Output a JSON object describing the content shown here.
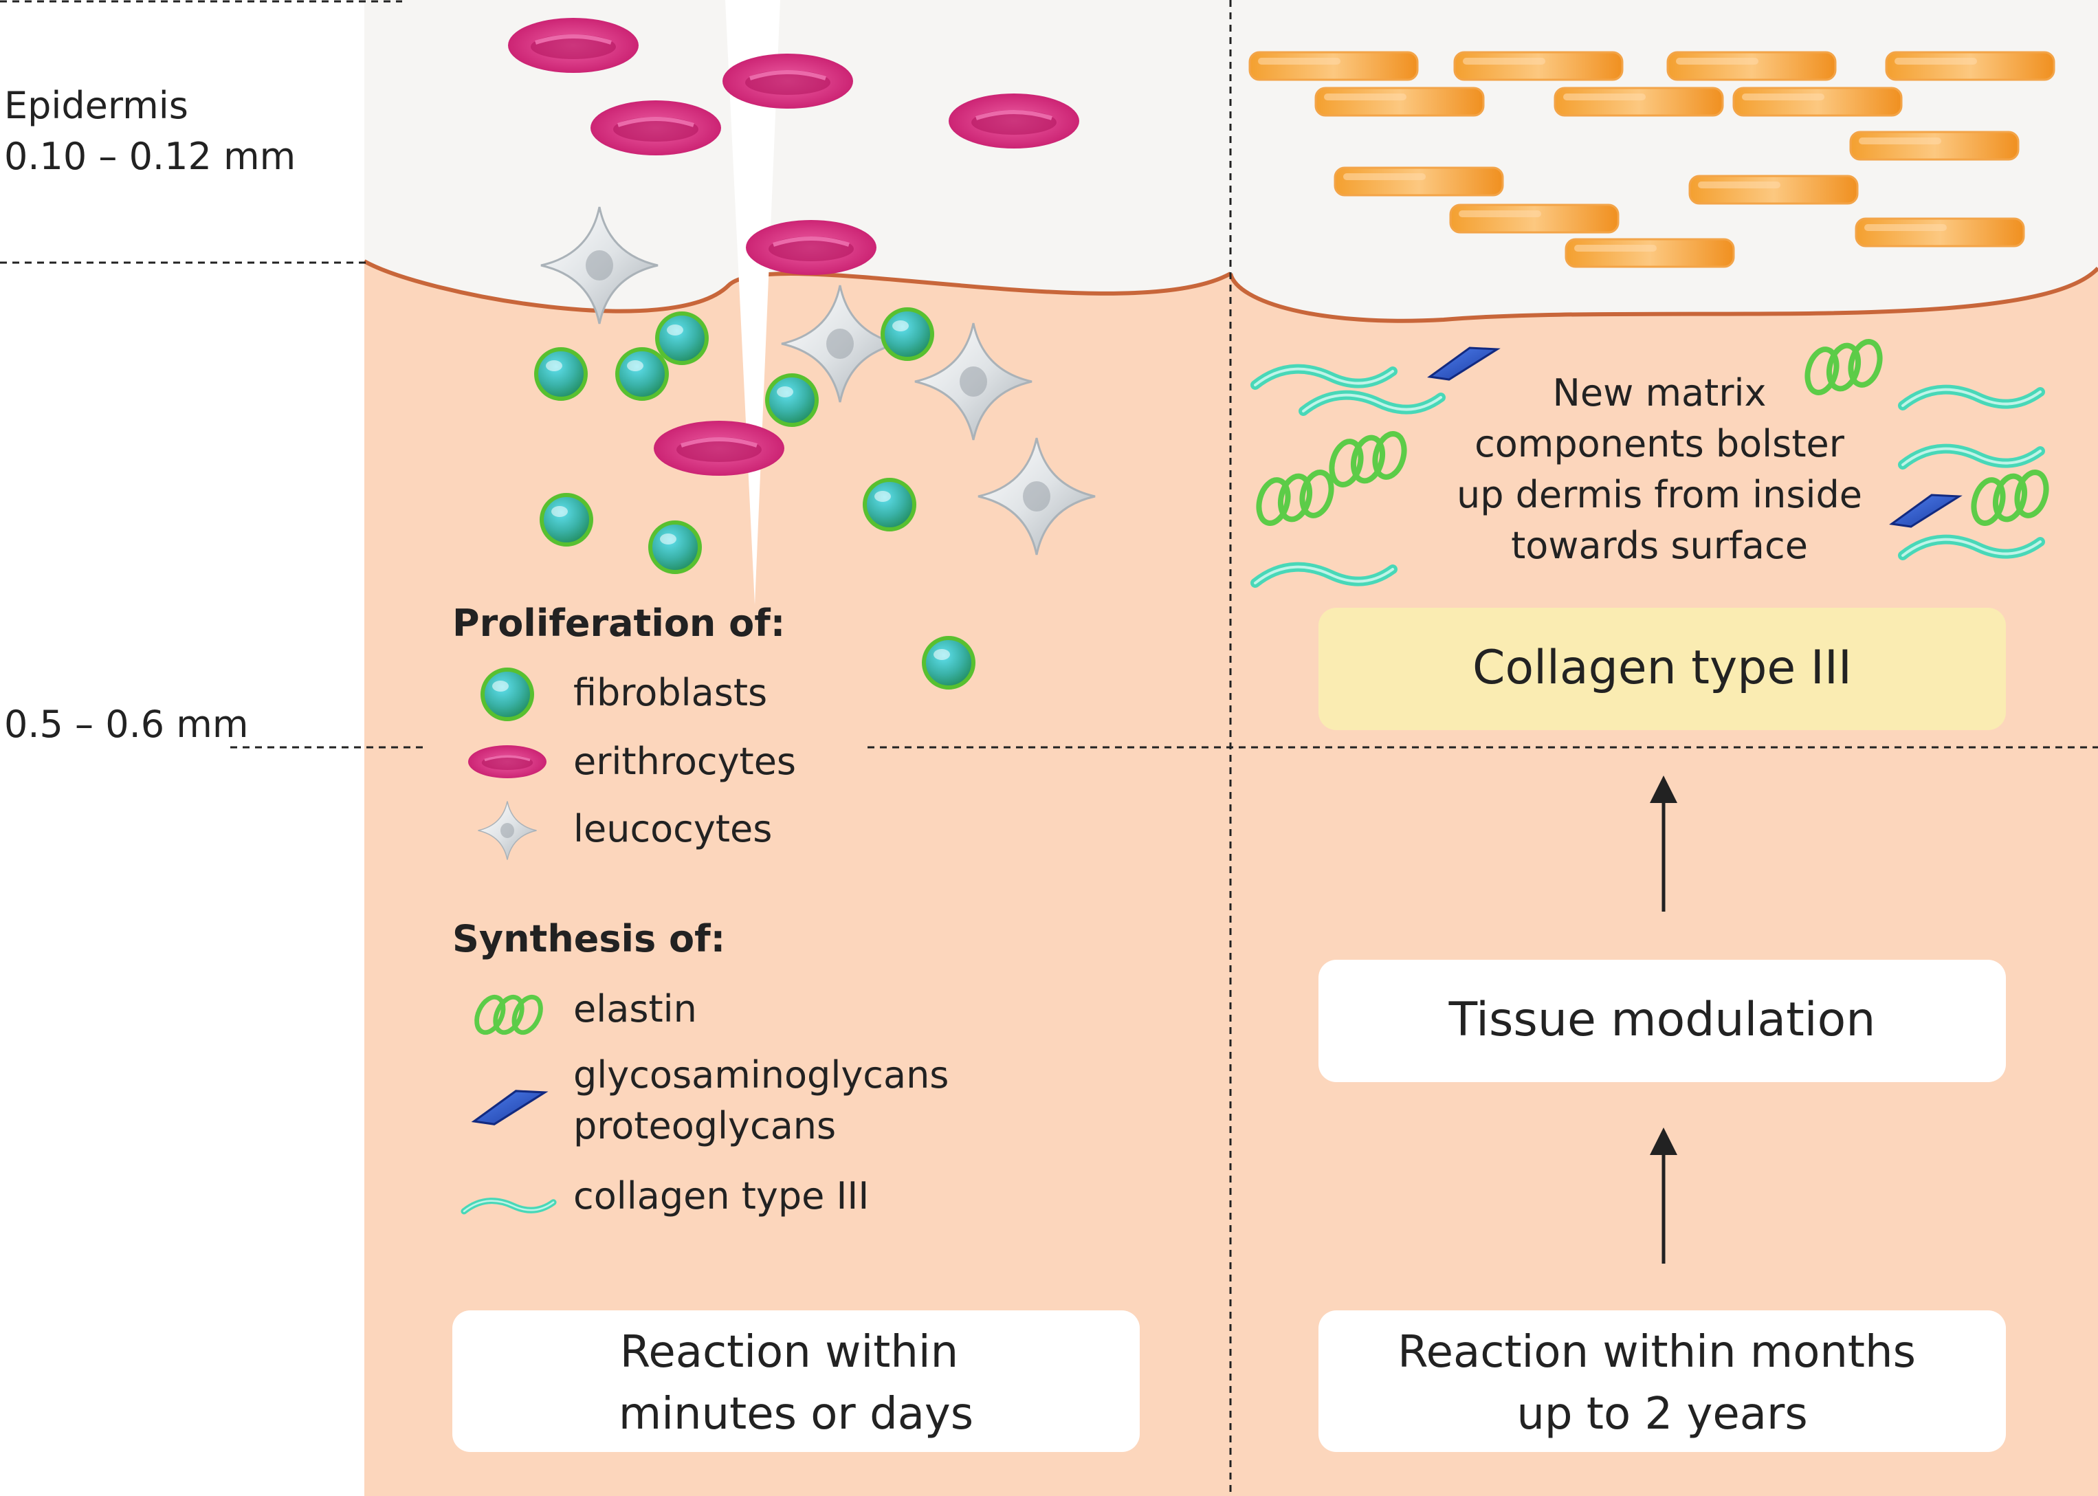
{
  "labels": {
    "epidermis_title": "Epidermis",
    "epidermis_depth": "0.10 – 0.12 mm",
    "dermis_depth": "0.5 – 0.6 mm"
  },
  "legend": {
    "proliferation_title": "Proliferation of:",
    "proliferation_items": [
      "fibroblasts",
      "erithrocytes",
      "leucocytes"
    ],
    "synthesis_title": "Synthesis of:",
    "synthesis_items": [
      "elastin",
      "glycosaminoglycans",
      "proteoglycans",
      "collagen type III"
    ]
  },
  "right_panel": {
    "caption": [
      "New matrix",
      "components bolster",
      "up dermis from inside",
      "towards surface"
    ],
    "collagen_box": "Collagen type III",
    "tissue_box": "Tissue modulation"
  },
  "reactions": {
    "left": [
      "Reaction within",
      "minutes or days"
    ],
    "right": [
      "Reaction within months",
      "up to 2 years"
    ]
  },
  "colors": {
    "dermis": "#fcd6bc",
    "epidermis": "#f6f5f3",
    "border": "#c8663a",
    "erythrocyte": "#d8347f",
    "fibroblast": "#40b8b8",
    "elastin": "#58c84a",
    "gag": "#2850c0",
    "collagen": "#48d8b8",
    "collagen_fiber": "#f4a340",
    "yellow_box": "#faecb2"
  }
}
